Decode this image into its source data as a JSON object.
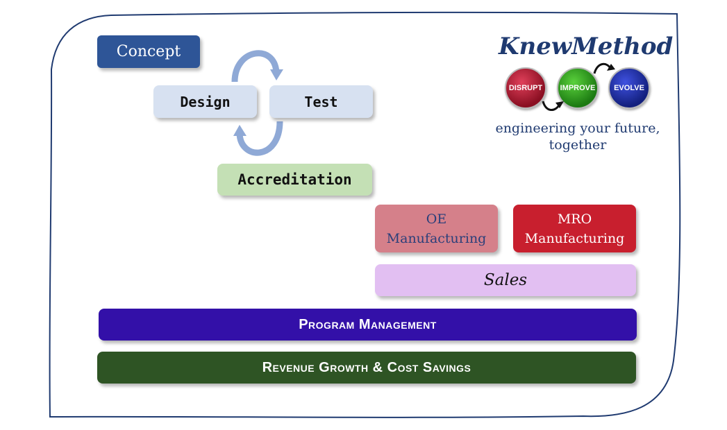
{
  "stages": {
    "concept": "Concept",
    "design": "Design",
    "test": "Test",
    "accreditation": "Accreditation",
    "oe_line1": "OE",
    "oe_line2": "Manufacturing",
    "mro_line1": "MRO",
    "mro_line2": "Manufacturing",
    "sales": "Sales",
    "program_management": "Program Management",
    "revenue": "Revenue Growth & Cost Savings"
  },
  "logo": {
    "name": "KnewMethod",
    "balls": [
      "DISRUPT",
      "IMPROVE",
      "EVOLVE"
    ],
    "tagline_line1": "engineering your future,",
    "tagline_line2": "together"
  },
  "colors": {
    "concept": "#2e5597",
    "design_test": "#d7e1f1",
    "accreditation": "#c4e0b5",
    "oe": "#d5808a",
    "mro": "#c81f2e",
    "sales": "#e2bff2",
    "program": "#3310a8",
    "revenue": "#2e5424",
    "cycle_arrows": "#8fa9d6",
    "frame": "#1f3a70"
  }
}
